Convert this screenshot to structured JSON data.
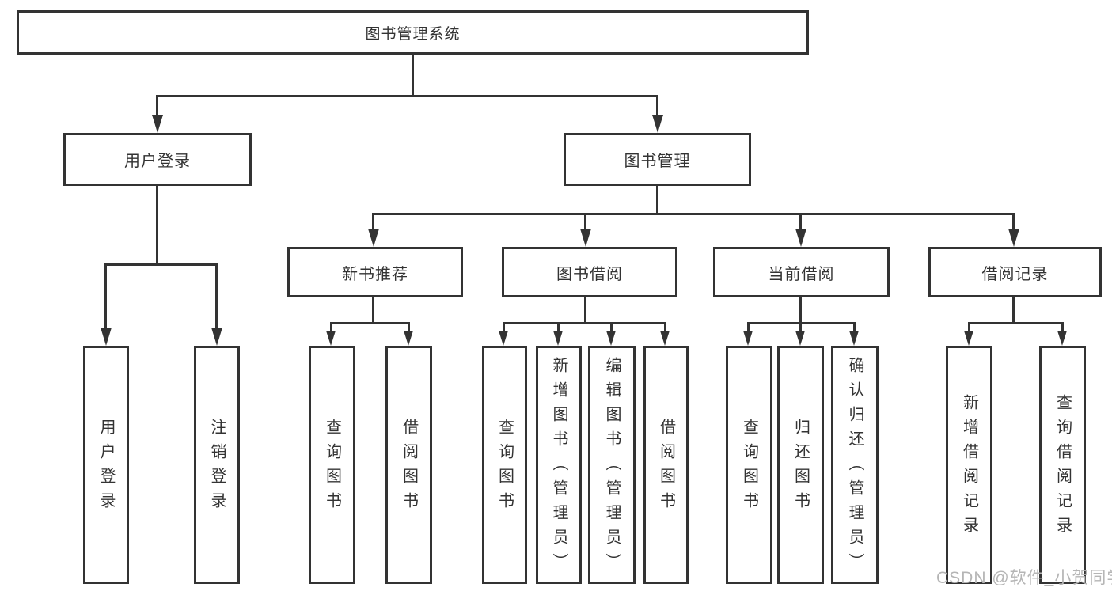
{
  "tree": {
    "root": "图书管理系统",
    "login": {
      "label": "用户登录",
      "children": [
        "用户登录",
        "注销登录"
      ]
    },
    "mgmt": {
      "label": "图书管理",
      "children": [
        {
          "label": "新书推荐",
          "children": [
            "查询图书",
            "借阅图书"
          ]
        },
        {
          "label": "图书借阅",
          "children": [
            "查询图书",
            "新增图书（管理员）",
            "编辑图书（管理员）",
            "借阅图书"
          ]
        },
        {
          "label": "当前借阅",
          "children": [
            "查询图书",
            "归还图书",
            "确认归还（管理员）"
          ]
        },
        {
          "label": "借阅记录",
          "children": [
            "新增借阅记录",
            "查询借阅记录"
          ]
        }
      ]
    }
  },
  "watermark": "CSDN @软件_小贺同学",
  "colors": {
    "line": "#333333",
    "text": "#333333",
    "watermark": "#b5b5b5",
    "background": "#ffffff"
  }
}
